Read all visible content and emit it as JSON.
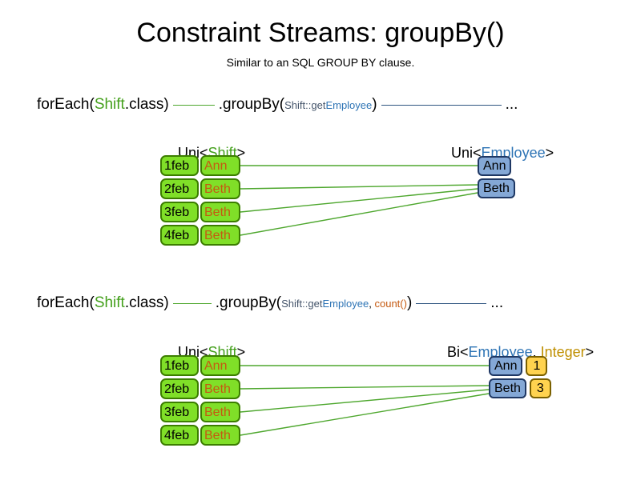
{
  "title": "Constraint Streams: groupBy()",
  "subtitle": "Similar to an SQL GROUP BY clause.",
  "colors": {
    "shift_green": "#44a01c",
    "employee_blue": "#2e74b5",
    "name_orange": "#c55a11",
    "integer_gold": "#bf8f00",
    "arg_gray": "#44546a",
    "cell_fill": "#80df28",
    "cell_border": "#3c7e00",
    "group_fill": "#84a8d6",
    "group_border": "#1f3864",
    "count_fill": "#ffd34f",
    "count_border": "#7a6000",
    "connector_green": "#4ea72e",
    "connector_navy": "#2f5580"
  },
  "section1": {
    "code": {
      "foreach_open": "forEach(",
      "foreach_type": "Shift",
      "foreach_close": ".class)",
      "groupby_open": ".groupBy(",
      "arg1_prefix": "Shift::get",
      "arg1_type": "Employee",
      "groupby_close": ")",
      "ellipsis": "..."
    },
    "left_label": {
      "prefix": "Uni<",
      "type": "Shift",
      "suffix": ">"
    },
    "right_label": {
      "prefix": "Uni<",
      "type": "Employee",
      "suffix": ">"
    },
    "shifts": [
      {
        "date": "1feb",
        "employee": "Ann"
      },
      {
        "date": "2feb",
        "employee": "Beth"
      },
      {
        "date": "3feb",
        "employee": "Beth"
      },
      {
        "date": "4feb",
        "employee": "Beth"
      }
    ],
    "groups": [
      {
        "employee": "Ann"
      },
      {
        "employee": "Beth"
      }
    ]
  },
  "section2": {
    "code": {
      "foreach_open": "forEach(",
      "foreach_type": "Shift",
      "foreach_close": ".class)",
      "groupby_open": ".groupBy(",
      "arg1_prefix": "Shift::get",
      "arg1_type": "Employee",
      "comma": ", ",
      "arg2": "count()",
      "groupby_close": ")",
      "ellipsis": "..."
    },
    "left_label": {
      "prefix": "Uni<",
      "type": "Shift",
      "suffix": ">"
    },
    "right_label": {
      "prefix": "Bi<",
      "type1": "Employee",
      "comma": ", ",
      "type2": "Integer",
      "suffix": ">"
    },
    "shifts": [
      {
        "date": "1feb",
        "employee": "Ann"
      },
      {
        "date": "2feb",
        "employee": "Beth"
      },
      {
        "date": "3feb",
        "employee": "Beth"
      },
      {
        "date": "4feb",
        "employee": "Beth"
      }
    ],
    "groups": [
      {
        "employee": "Ann",
        "count": "1"
      },
      {
        "employee": "Beth",
        "count": "3"
      }
    ]
  }
}
